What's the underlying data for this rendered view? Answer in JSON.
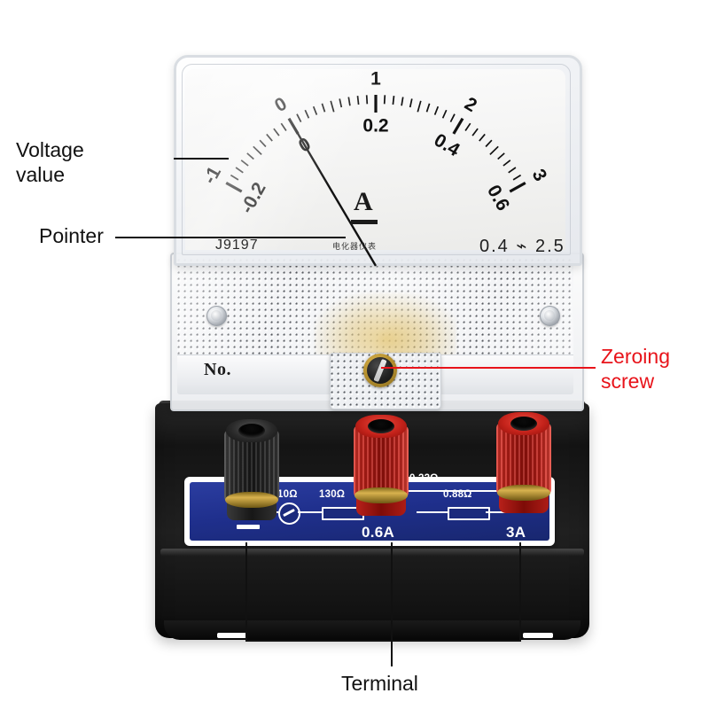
{
  "image": {
    "subject": "Analog DC ammeter (panel meter) with annotated callouts",
    "background_color": "#ffffff"
  },
  "annotations": {
    "accent_black": "#111111",
    "accent_red": "#e8131a",
    "items": [
      {
        "id": "voltage-value",
        "label": "Voltage\nvalue",
        "color": "black",
        "position": "left"
      },
      {
        "id": "pointer",
        "label": "Pointer",
        "color": "black",
        "position": "left"
      },
      {
        "id": "zeroing-screw",
        "label": "Zeroing\nscrew",
        "color": "red",
        "position": "right"
      },
      {
        "id": "terminal",
        "label": "Terminal",
        "color": "black",
        "position": "bottom"
      }
    ]
  },
  "dial": {
    "unit_symbol": "A",
    "unit_dc_bar": true,
    "serial": "J9197",
    "maker_text": "电化器仪表",
    "class_text": "0.4 ⌁ 2.5",
    "pointer_value": 0,
    "outer_scale": {
      "name": "3A range",
      "labels": [
        "-1",
        "0",
        "1",
        "2",
        "3"
      ],
      "min": -1,
      "max": 3,
      "minor_per_major": 10
    },
    "inner_scale": {
      "name": "0.6A range",
      "labels": [
        "-0.2",
        "0",
        "0.2",
        "0.4",
        "0.6"
      ],
      "min": -0.2,
      "max": 0.6
    }
  },
  "body": {
    "serial_prefix_label": "No.",
    "case_color": "#141414",
    "bezel_color": "#e9ebee"
  },
  "terminal_plate": {
    "plate_color": "#1f2f8c",
    "border_color": "#ffffff",
    "text_color": "#ffffff",
    "circuit": {
      "galvanometer_symbol": "galvanometer-icon",
      "components": [
        {
          "id": "r-10",
          "label": "10Ω",
          "type": "galvanometer"
        },
        {
          "id": "r-130",
          "label": "130Ω",
          "type": "resistor"
        },
        {
          "id": "r-022",
          "label": "0.22Ω",
          "type": "shunt-branch"
        },
        {
          "id": "r-088",
          "label": "0.88Ω",
          "type": "resistor"
        }
      ]
    },
    "terminals": [
      {
        "id": "common",
        "label": "—",
        "color": "black",
        "symbol": "minus"
      },
      {
        "id": "range-0-6a",
        "label": "0.6A",
        "color": "red",
        "symbol": "text"
      },
      {
        "id": "range-3a",
        "label": "3A",
        "color": "red",
        "symbol": "text"
      }
    ]
  }
}
